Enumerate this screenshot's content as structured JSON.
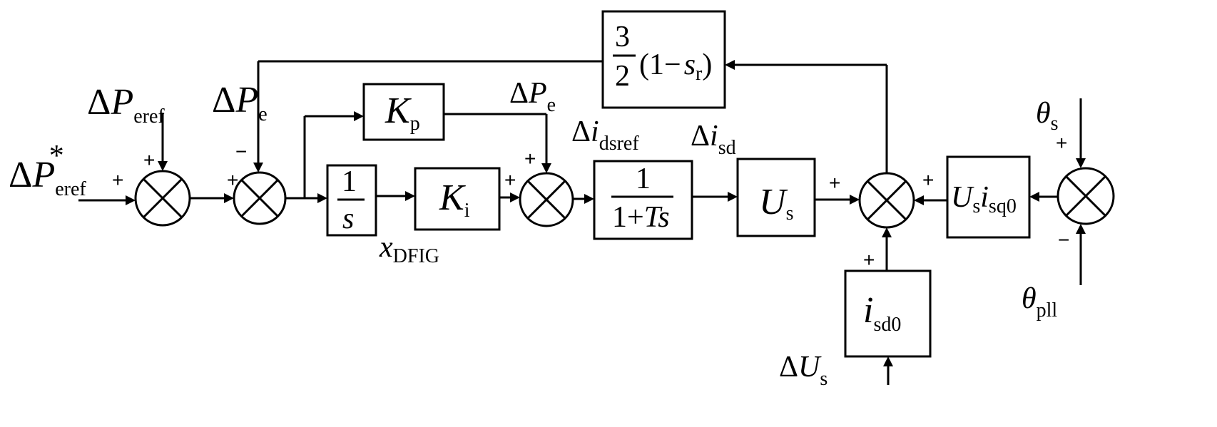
{
  "signals": {
    "p_eref_star": {
      "delta": "Δ",
      "sym": "P",
      "sub": "eref",
      "sup": "*"
    },
    "p_eref": {
      "delta": "Δ",
      "sym": "P",
      "sub": "eref"
    },
    "p_e_left": {
      "delta": "Δ",
      "sym": "P",
      "sub": "e"
    },
    "p_e_right": {
      "delta": "Δ",
      "sym": "P",
      "sub": "e"
    },
    "i_dsref": {
      "delta": "Δ",
      "sym": "i",
      "sub": "dsref"
    },
    "i_sd": {
      "delta": "Δ",
      "sym": "i",
      "sub": "sd"
    },
    "x_dfig": {
      "sym": "x",
      "sub": "DFIG"
    },
    "theta_s": {
      "sym": "θ",
      "sub": "s"
    },
    "theta_pll": {
      "sym": "θ",
      "sub": "pll"
    },
    "u_s_delta": {
      "delta": "Δ",
      "sym": "U",
      "sub": "s"
    }
  },
  "blocks": {
    "kp": {
      "sym": "K",
      "sub": "p"
    },
    "ki": {
      "sym": "K",
      "sub": "i"
    },
    "integrator": {
      "num": "1",
      "den": "s"
    },
    "lag": {
      "num": "1",
      "den_const": "1+",
      "den_var": "Ts"
    },
    "us_gain": {
      "sym": "U",
      "sub": "s"
    },
    "usisq0": {
      "sym1": "U",
      "sub1": "s",
      "sym2": "i",
      "sub2": "sq0"
    },
    "isd0": {
      "sym": "i",
      "sub": "sd0"
    },
    "feedback": {
      "num": "3",
      "den": "2",
      "expr_open": "(1−",
      "var": "s",
      "var_sub": "r",
      "expr_close": ")"
    }
  },
  "signs": {
    "sum1_left": "+",
    "sum1_top": "+",
    "sum2_left": "+",
    "sum2_top": "−",
    "sum3_left": "+",
    "sum3_top": "+",
    "sum4_left": "+",
    "sum4_right": "+",
    "sum4_bottom": "+",
    "sum5_top": "+",
    "sum5_bottom": "−"
  }
}
